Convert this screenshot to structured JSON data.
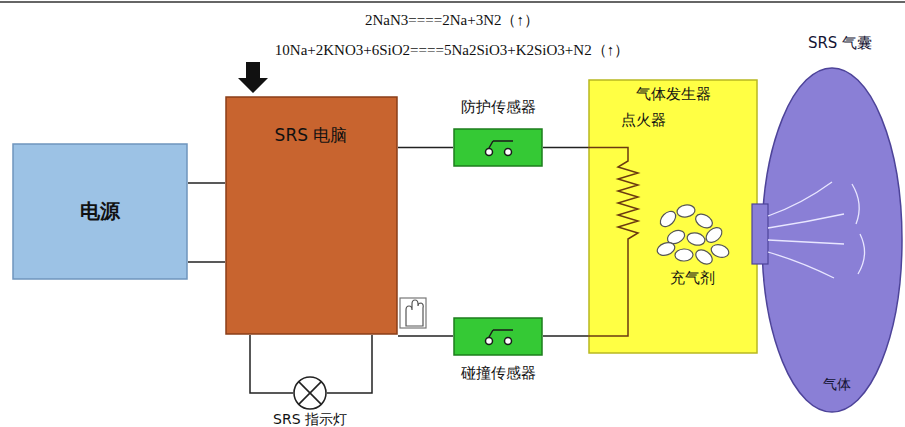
{
  "diagram": {
    "nodes": [
      {
        "text": [
          "电源"
        ]
      },
      {
        "text": [
          "SRS 电脑"
        ]
      },
      {
        "text": [
          "防护传感器"
        ]
      },
      {
        "text": [
          "碰撞传感器"
        ]
      },
      {
        "text": [
          "气体发生器",
          "点火器",
          "充气剂"
        ]
      },
      {
        "text": [
          "SRS 气囊",
          "气体"
        ]
      },
      {
        "text": [
          "SRS 指示灯"
        ]
      }
    ],
    "edges": [
      {
        "from": 0,
        "to": 1,
        "arrow": "none"
      },
      {
        "from": 0,
        "to": 1,
        "arrow": "none"
      },
      {
        "from": 1,
        "to": 2,
        "arrow": "none"
      },
      {
        "from": 2,
        "to": 4,
        "arrow": "none"
      },
      {
        "from": 1,
        "to": 3,
        "arrow": "none"
      },
      {
        "from": 3,
        "to": 4,
        "arrow": "none"
      },
      {
        "from": 1,
        "to": 6,
        "arrow": "none"
      },
      {
        "from": 1,
        "to": 6,
        "arrow": "none"
      }
    ],
    "labels": [
      "2NaN3====2Na+3N2（↑）",
      "10Na+2KNO3+6SiO2====5Na2SiO3+K2SiO3+N2（↑）"
    ]
  }
}
